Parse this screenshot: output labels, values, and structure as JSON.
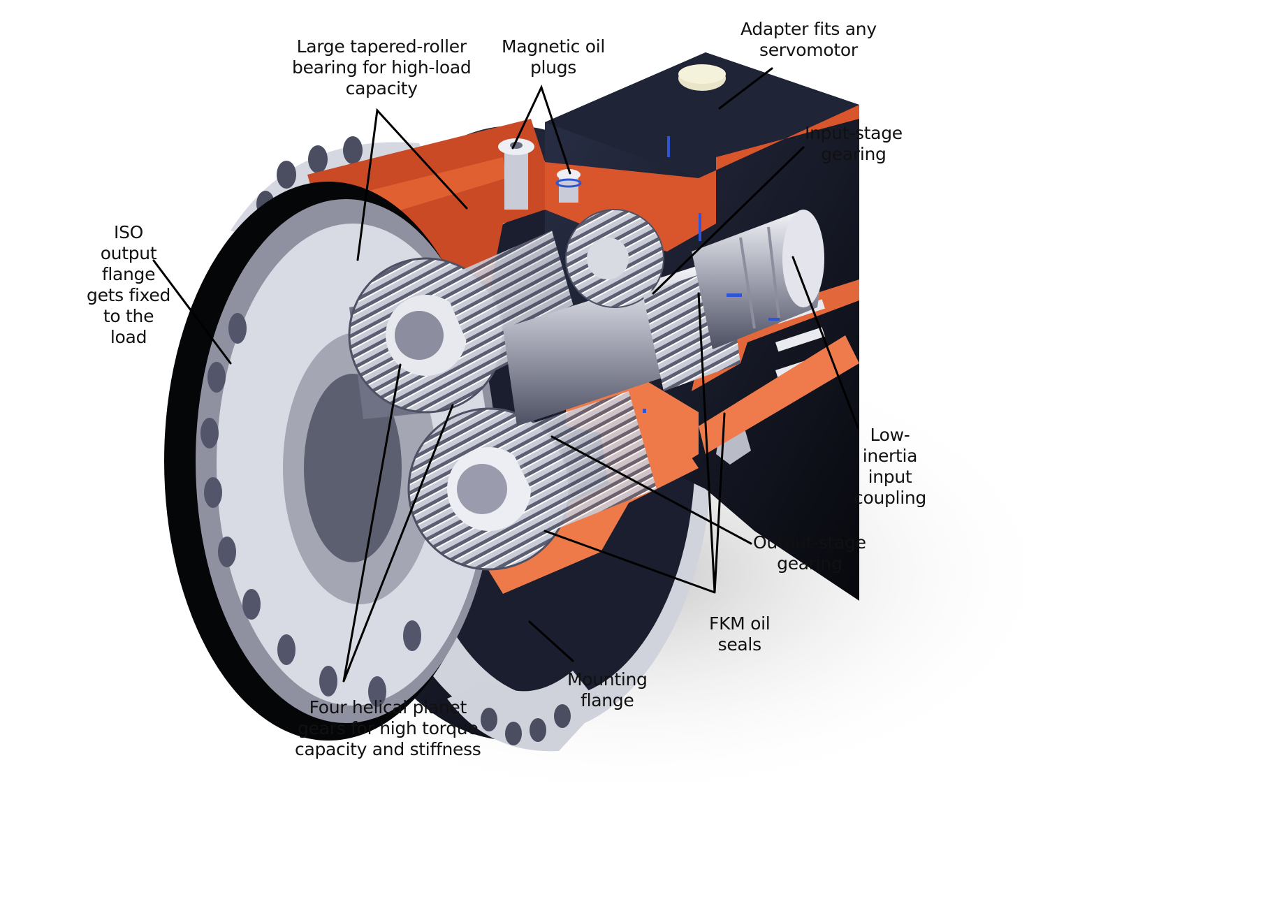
{
  "figure": {
    "subject": "Cutaway of a two-stage planetary servo gearbox",
    "colors": {
      "housing_cut": "#d9552c",
      "housing_dark": "#161a2a",
      "metal_light": "#d8d9e2",
      "metal_mid": "#9a9cab",
      "metal_dark": "#55586a",
      "seal_blue": "#2f55d4",
      "leader_line": "#000000"
    }
  },
  "labels": {
    "tapered_bearing": {
      "lines": [
        "Large tapered-roller",
        "bearing for high-load",
        "capacity"
      ]
    },
    "oil_plugs": {
      "lines": [
        "Magnetic oil",
        "plugs"
      ]
    },
    "adapter": {
      "lines": [
        "Adapter fits any",
        "servomotor"
      ]
    },
    "input_stage": {
      "lines": [
        "Input-stage",
        "gearing"
      ]
    },
    "iso_flange": {
      "lines": [
        "ISO",
        "output",
        "flange",
        "gets fixed",
        "to the",
        "load"
      ]
    },
    "input_coupling": {
      "lines": [
        "Low-",
        "inertia",
        "input",
        "coupling"
      ]
    },
    "output_stage": {
      "lines": [
        "Output-stage",
        "gearing"
      ]
    },
    "oil_seals": {
      "lines": [
        "FKM oil",
        "seals"
      ]
    },
    "mounting_flange": {
      "lines": [
        "Mounting",
        "flange"
      ]
    },
    "planet_gears": {
      "lines": [
        "Four helical planet",
        "gears for high torque",
        "capacity and stiffness"
      ]
    }
  }
}
